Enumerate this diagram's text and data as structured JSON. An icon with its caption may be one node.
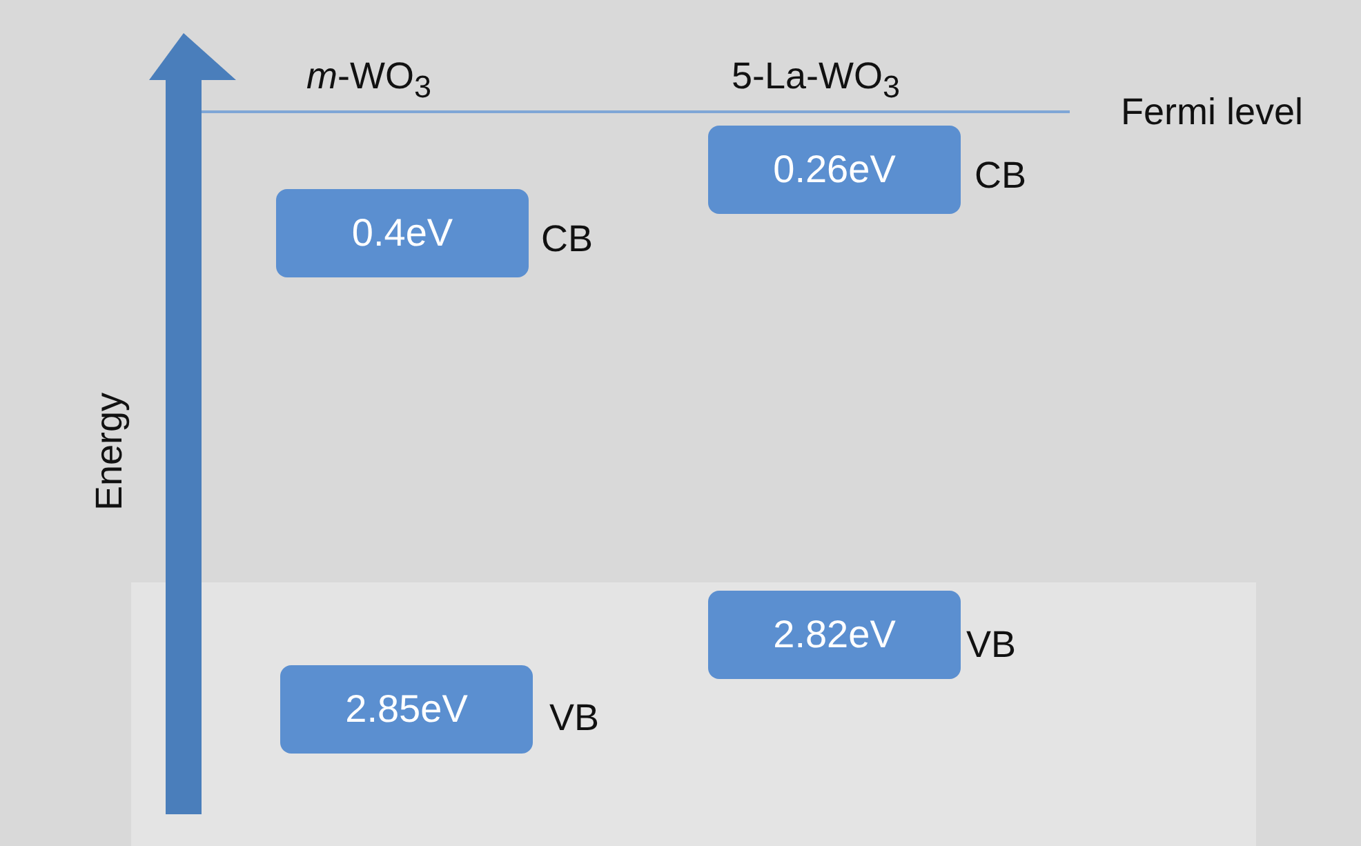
{
  "diagram": {
    "nodes": [
      {
        "text": [
          "0.26eV"
        ],
        "beside": [
          "CB"
        ]
      },
      {
        "text": [
          "0.4eV"
        ],
        "beside": [
          "CB"
        ]
      },
      {
        "text": [
          "2.82eV"
        ],
        "beside": [
          "VB"
        ]
      },
      {
        "text": [
          "2.85eV"
        ],
        "beside": [
          "VB"
        ]
      }
    ],
    "labels": [
      "*m*-WO$_{3}$",
      "5-La-WO$_{3}$",
      "Fermi level",
      "Energy"
    ]
  }
}
